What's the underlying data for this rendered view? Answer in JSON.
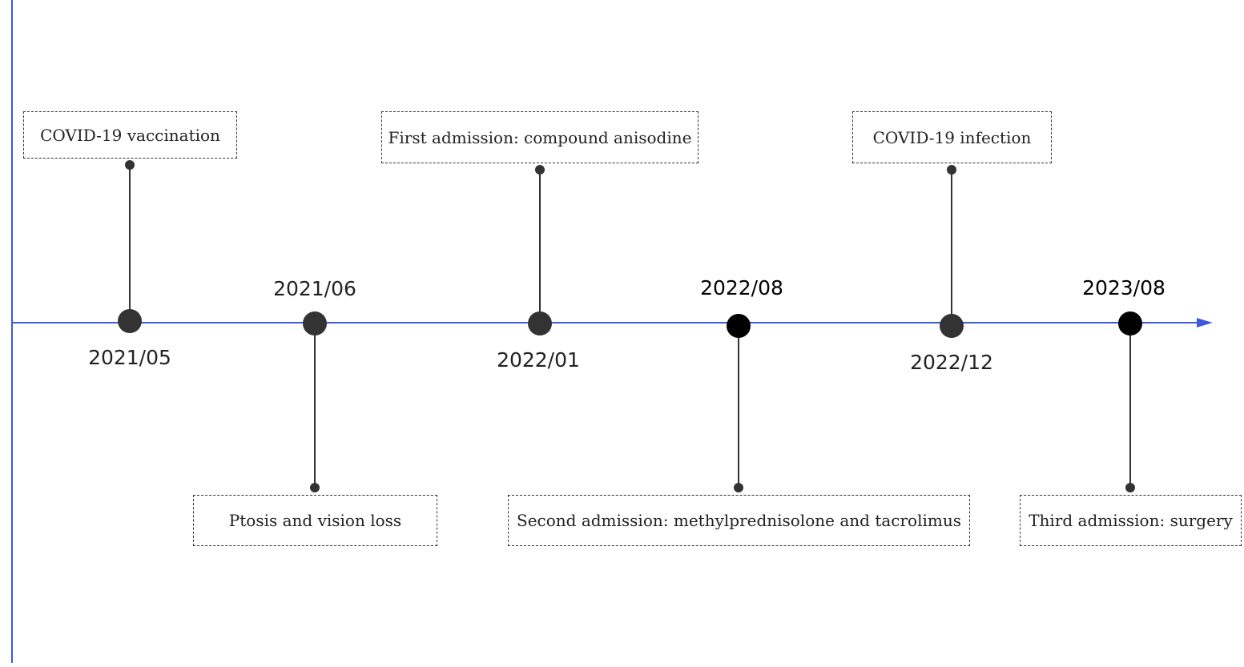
{
  "colors": {
    "axis": "#3b5bdb",
    "node": "#333333",
    "node_dark": "#000000",
    "connector": "#333333",
    "box_border": "#333333"
  },
  "events": [
    {
      "date": "2021/05",
      "label": "COVID-19 vaccination"
    },
    {
      "date": "2021/06",
      "label": "Ptosis and vision loss"
    },
    {
      "date": "2022/01",
      "label": "First admission: compound anisodine"
    },
    {
      "date": "2022/08",
      "label": "Second admission: methylprednisolone and tacrolimus"
    },
    {
      "date": "2022/12",
      "label": "COVID-19 infection"
    },
    {
      "date": "2023/08",
      "label": "Third admission: surgery"
    }
  ]
}
